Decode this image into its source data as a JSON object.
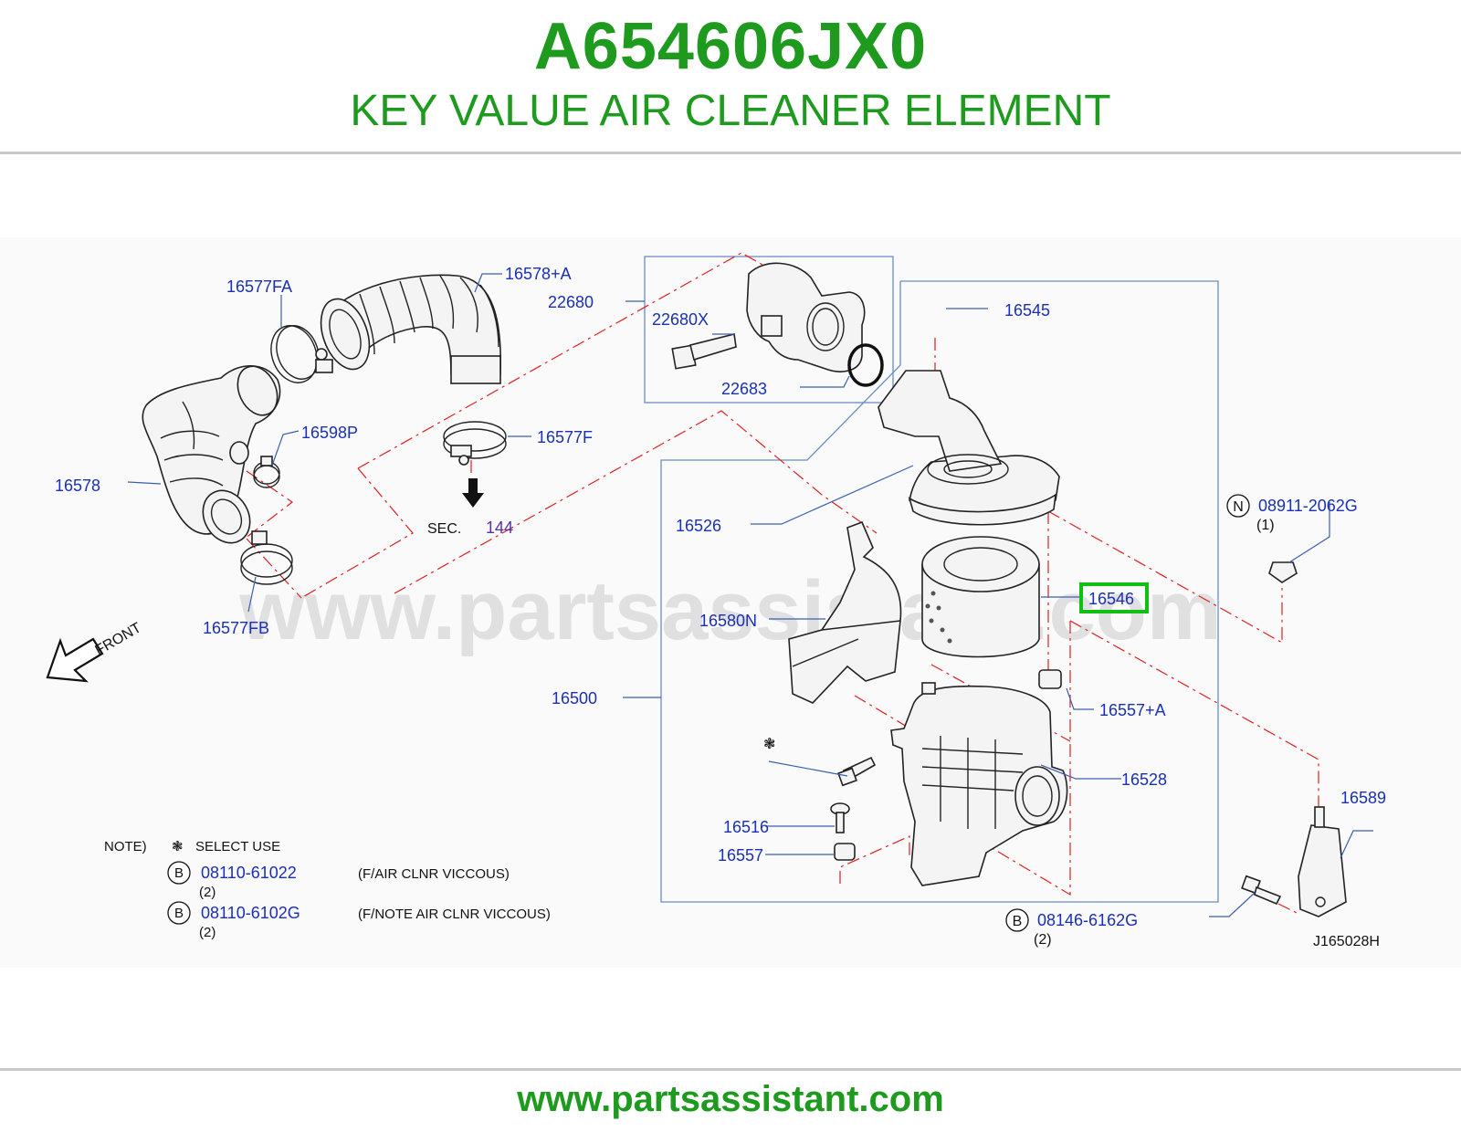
{
  "header": {
    "part_number": "A654606JX0",
    "title": "KEY VALUE AIR CLEANER ELEMENT"
  },
  "footer": {
    "url": "www.partsassistant.com"
  },
  "watermark": "www.partsassistant.com",
  "callouts": {
    "c16577FA": "16577FA",
    "c16578A": "16578+A",
    "c22680": "22680",
    "c22680X": "22680X",
    "c22683": "22683",
    "c16545": "16545",
    "c16598P": "16598P",
    "c16577F": "16577F",
    "c16578": "16578",
    "sec_label": "SEC.",
    "sec_number": "144",
    "c16526": "16526",
    "c16546": "16546",
    "c16580N": "16580N",
    "c16577FB": "16577FB",
    "front": "FRONT",
    "c16500": "16500",
    "c16557A": "16557+A",
    "c16528": "16528",
    "c16589": "16589",
    "c16516": "16516",
    "c16557": "16557",
    "n_marker": "N",
    "c08911": "08911-2062G",
    "c08911_qty": "(1)",
    "b_marker": "B",
    "c08146": "08146-6162G",
    "c08146_qty": "(2)",
    "drawing_code": "J165028H"
  },
  "note": {
    "label": "NOTE)",
    "symbol": "❃",
    "select_use": "SELECT   USE",
    "items": [
      {
        "marker": "B",
        "part": "08110-61022",
        "qty": "(2)",
        "desc": "(F/AIR   CLNR   VICCOUS)"
      },
      {
        "marker": "B",
        "part": "08110-6102G",
        "qty": "(2)",
        "desc": "(F/NOTE   AIR   CLNR   VICCOUS)"
      }
    ]
  },
  "colors": {
    "brand_green": "#1e9a1e",
    "callout_blue": "#1a2fb8",
    "highlight_green": "#10c010",
    "leader_red": "#e02020"
  }
}
